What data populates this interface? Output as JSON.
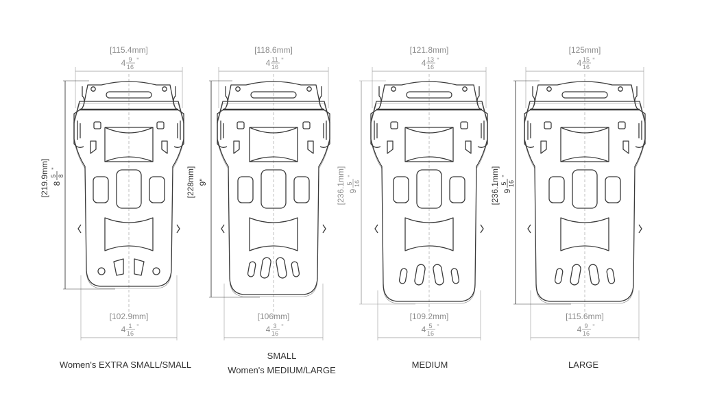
{
  "colors": {
    "outline": "#3a3a3a",
    "dimension": "#9a9a9a",
    "dimension_dark": "#3a3a3a",
    "centerline": "#b0b0b0"
  },
  "plates": [
    {
      "id": "xs",
      "top_mm": "[115.4mm]",
      "top_whole": "4",
      "top_num": "9",
      "top_den": "16",
      "top_unit": "\"",
      "bottom_mm": "[102.9mm]",
      "bottom_whole": "4",
      "bottom_num": "1",
      "bottom_den": "16",
      "bottom_unit": "\"",
      "height_mm": "[219.9mm]",
      "height_whole": "8",
      "height_num": "5",
      "height_den": "8",
      "height_unit": "\"",
      "label_lines": [
        "Women's EXTRA SMALL/SMALL"
      ]
    },
    {
      "id": "s",
      "top_mm": "[118.6mm]",
      "top_whole": "4",
      "top_num": "11",
      "top_den": "16",
      "top_unit": "\"",
      "bottom_mm": "[106mm]",
      "bottom_whole": "4",
      "bottom_num": "3",
      "bottom_den": "16",
      "bottom_unit": "\"",
      "height_mm": "[228mm]",
      "height_whole": "9\"",
      "height_num": "",
      "height_den": "",
      "height_unit": "",
      "label_lines": [
        "SMALL",
        "Women's MEDIUM/LARGE"
      ]
    },
    {
      "id": "m",
      "top_mm": "[121.8mm]",
      "top_whole": "4",
      "top_num": "13",
      "top_den": "16",
      "top_unit": "\"",
      "bottom_mm": "[109.2mm]",
      "bottom_whole": "4",
      "bottom_num": "5",
      "bottom_den": "16",
      "bottom_unit": "\"",
      "height_mm": "[236.1mm]",
      "height_whole": "9",
      "height_num": "5",
      "height_den": "16",
      "height_unit": "\"",
      "label_lines": [
        "MEDIUM"
      ]
    },
    {
      "id": "l",
      "top_mm": "[125mm]",
      "top_whole": "4",
      "top_num": "15",
      "top_den": "16",
      "top_unit": "\"",
      "bottom_mm": "[115.6mm]",
      "bottom_whole": "4",
      "bottom_num": "9",
      "bottom_den": "16",
      "bottom_unit": "\"",
      "height_mm": "[236.1mm]",
      "height_whole": "9",
      "height_num": "5",
      "height_den": "16",
      "height_unit": "\"",
      "label_lines": [
        "LARGE"
      ]
    }
  ]
}
